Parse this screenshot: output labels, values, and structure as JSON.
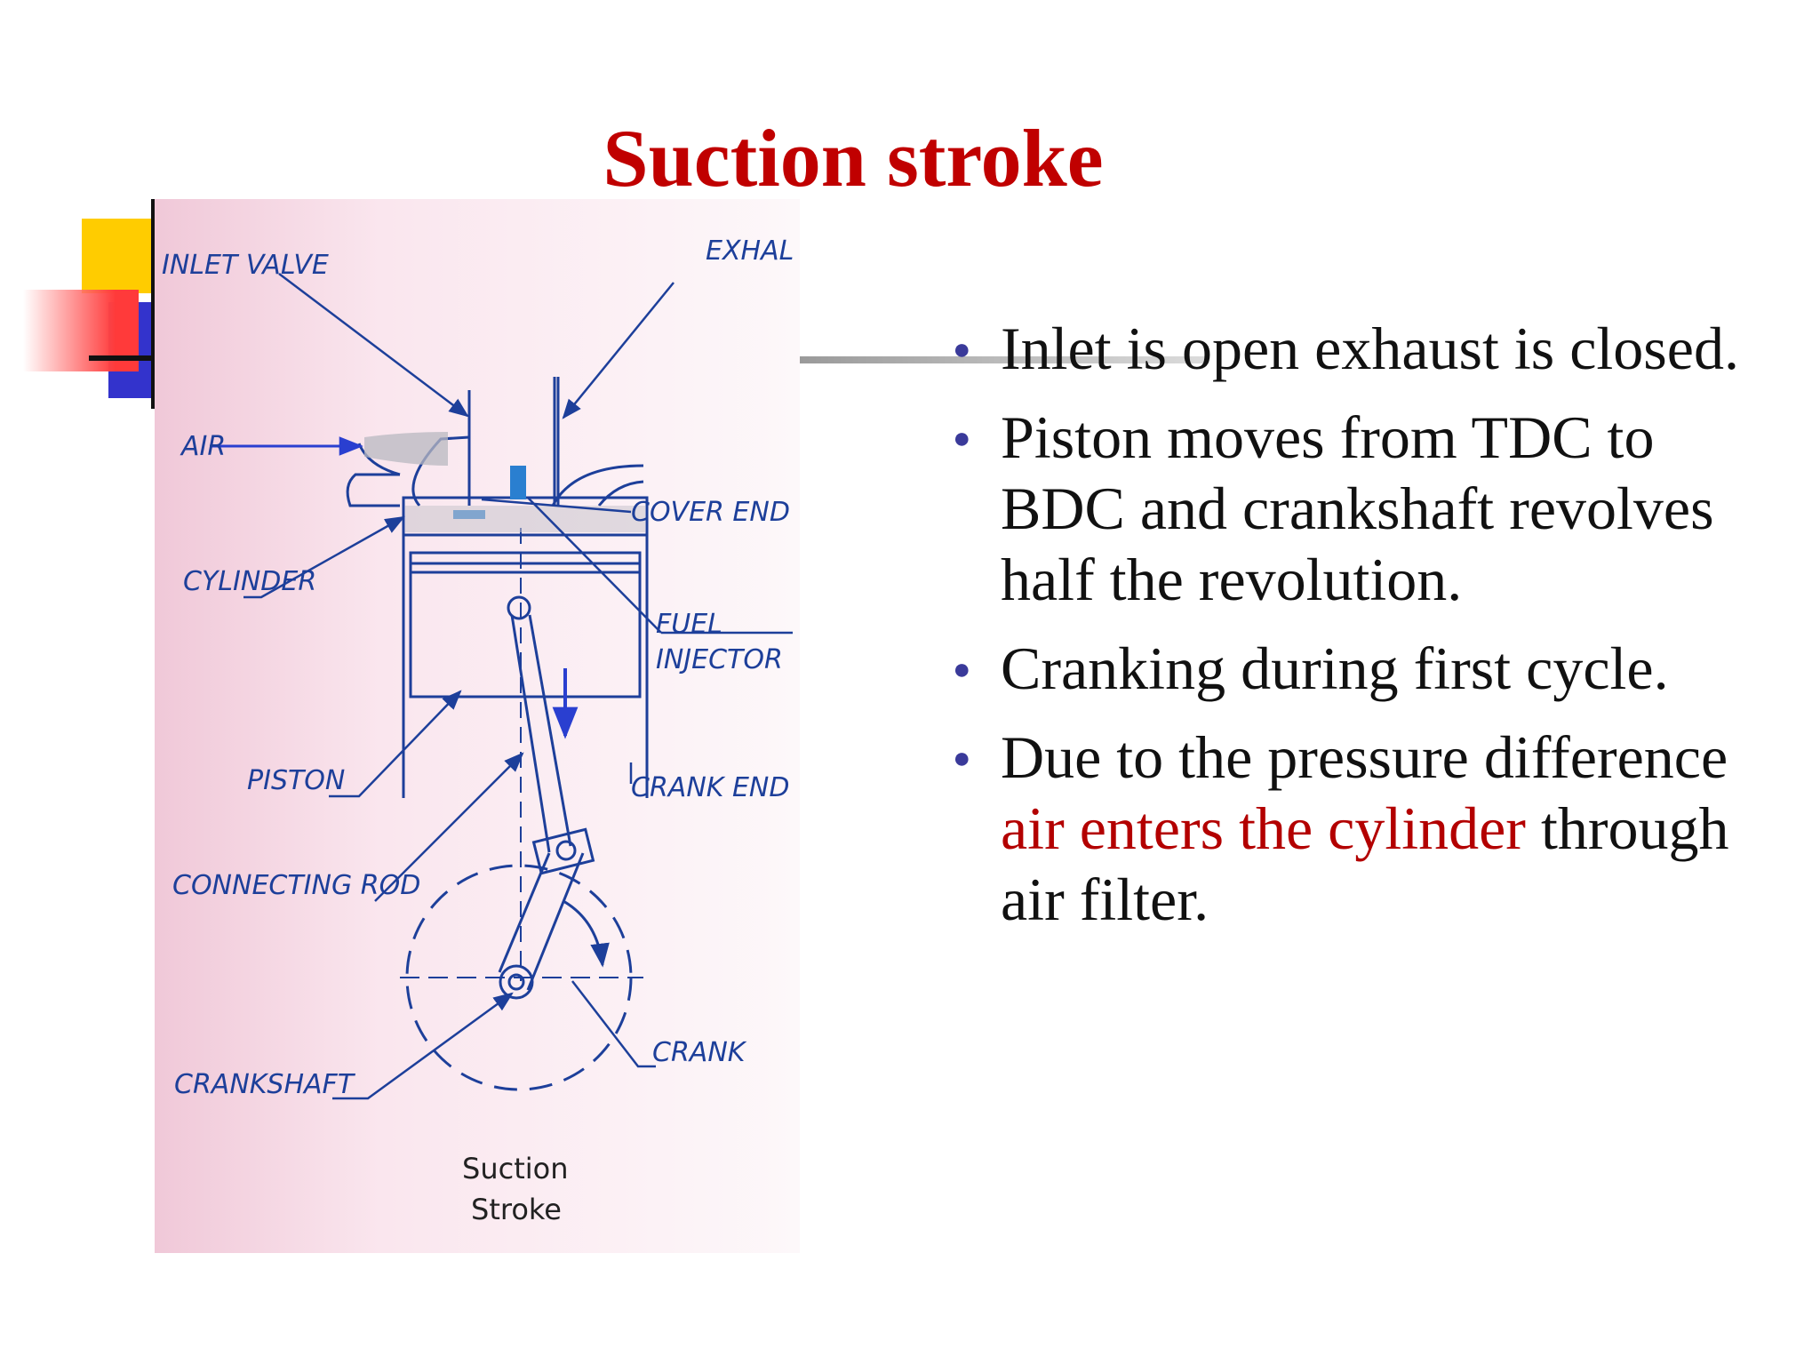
{
  "slide": {
    "title": "Suction stroke",
    "bullets": [
      {
        "text": "Inlet is open exhaust is closed."
      },
      {
        "text": "Piston moves from TDC to BDC and crankshaft revolves half the revolution."
      },
      {
        "text": "Cranking during first cycle."
      },
      {
        "pre": "Due to the pressure difference ",
        "highlight": "air enters the cylinder",
        "post": " through air filter."
      }
    ]
  },
  "diagram": {
    "labels": {
      "inlet_valve": "INLET VALVE",
      "exhaust": "EXHAL",
      "air": "AIR",
      "cover_end": "COVER END",
      "cylinder": "CYLINDER",
      "fuel": "FUEL",
      "injector": "INJECTOR",
      "piston": "PISTON",
      "crank_end": "CRANK END",
      "connecting_rod": "CONNECTING ROD",
      "crank": "CRANK",
      "crankshaft": "CRANKSHAFT",
      "caption_line1": "Suction",
      "caption_line2": "Stroke"
    }
  },
  "colors": {
    "title": "#c00000",
    "highlight": "#b30000",
    "diagram_ink": "#1d3f9a",
    "deco_yellow": "#ffcc00",
    "deco_blue": "#3333cc",
    "deco_red": "#ff3333"
  }
}
